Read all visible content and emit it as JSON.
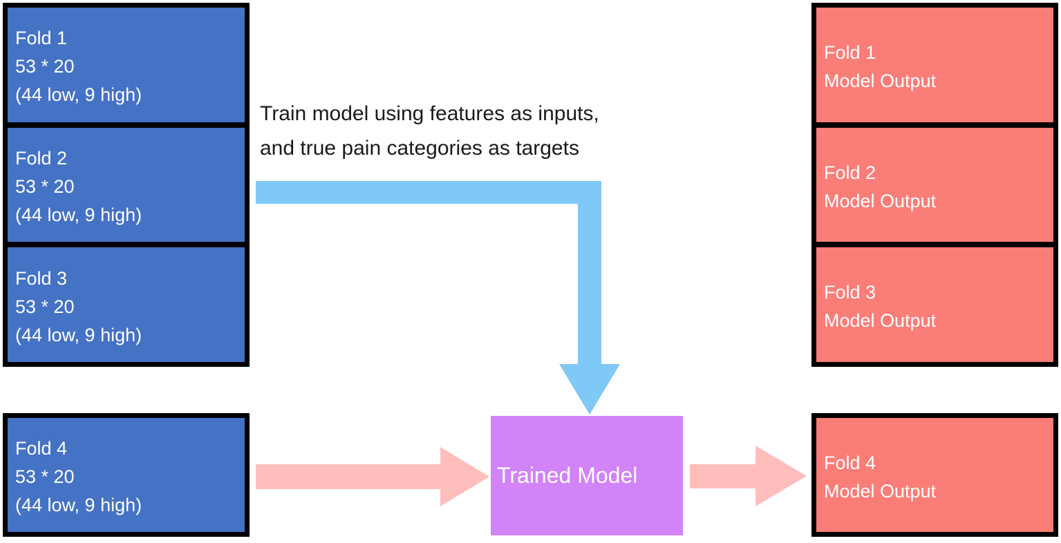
{
  "diagram": {
    "annotation": {
      "line1": "Train model using features as inputs,",
      "line2": "and true pain categories as targets"
    },
    "train_folds": [
      {
        "title": "Fold 1",
        "size": "53 * 20",
        "composition": "(44 low, 9 high)"
      },
      {
        "title": "Fold 2",
        "size": "53 * 20",
        "composition": "(44 low, 9 high)"
      },
      {
        "title": "Fold 3",
        "size": "53 * 20",
        "composition": "(44 low, 9 high)"
      },
      {
        "title": "Fold 4",
        "size": "53 * 20",
        "composition": "(44 low, 9 high)"
      }
    ],
    "model": {
      "label": "Trained Model"
    },
    "outputs": [
      {
        "title": "Fold 1",
        "subtitle": "Model Output"
      },
      {
        "title": "Fold 2",
        "subtitle": "Model Output"
      },
      {
        "title": "Fold 3",
        "subtitle": "Model Output"
      },
      {
        "title": "Fold 4",
        "subtitle": "Model Output"
      }
    ],
    "colors": {
      "fold_box": "#4472C4",
      "output_box": "#FB7D77",
      "model_box": "#D183F7",
      "train_arrow": "#7FC9F7",
      "predict_arrow": "#FFBEBB",
      "box_border": "#000000",
      "box_text": "#FFFFFF",
      "annotation_text": "#1A1A1A"
    }
  }
}
